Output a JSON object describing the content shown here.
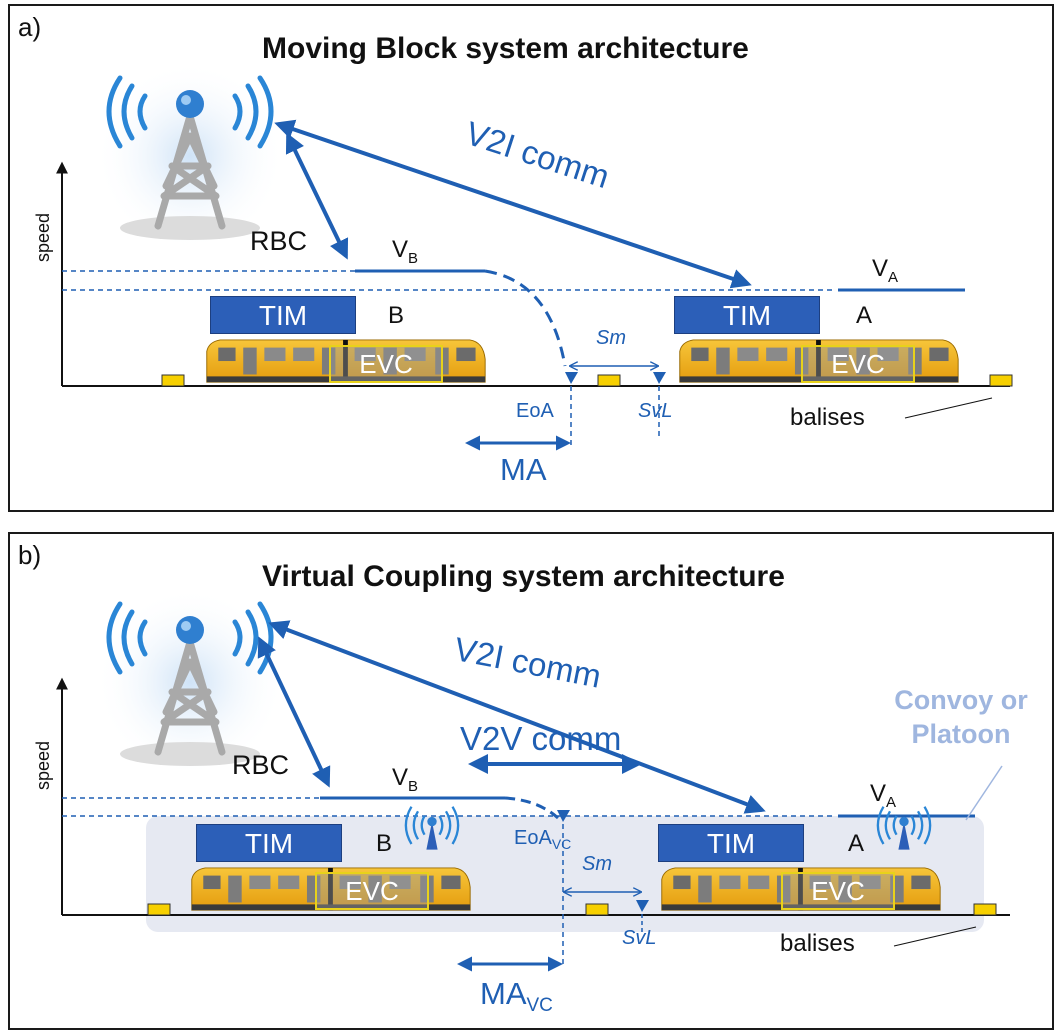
{
  "panel_a": {
    "letter": "a)",
    "title": "Moving Block system architecture",
    "axis_label": "speed",
    "rbc_label": "RBC",
    "v_b": "V",
    "v_b_sub": "B",
    "v_a": "V",
    "v_a_sub": "A",
    "comm_label": "V2I comm",
    "tim_label": "TIM",
    "evc_label": "EVC",
    "train_b": "B",
    "train_a": "A",
    "sm_label": "Sm",
    "eoa_label": "EoA",
    "svl_label": "SvL",
    "ma_label": "MA",
    "balises_label": "balises"
  },
  "panel_b": {
    "letter": "b)",
    "title": "Virtual Coupling system architecture",
    "axis_label": "speed",
    "rbc_label": "RBC",
    "v_b": "V",
    "v_b_sub": "B",
    "v_a": "V",
    "v_a_sub": "A",
    "comm_label": "V2I comm",
    "v2v_label": "V2V comm",
    "convoy_label": "Convoy or Platoon",
    "tim_label": "TIM",
    "evc_label": "EVC",
    "train_b": "B",
    "train_a": "A",
    "sm_label": "Sm",
    "eoa_label": "EoA",
    "eoa_sub": "VC",
    "svl_label": "SvL",
    "ma_label": "MA",
    "ma_sub": "VC",
    "balises_label": "balises"
  },
  "colors": {
    "arrow_blue": "#1f5fb3",
    "tim_blue": "#2c5fb8",
    "train_yellow": "#f2b418",
    "balise_yellow": "#f7d000",
    "convoy_fill": "#e6e9f2",
    "convoy_text": "#9fb6df"
  },
  "icons": [
    "antenna-tower-icon",
    "train-icon",
    "small-antenna-icon",
    "balise-icon"
  ]
}
